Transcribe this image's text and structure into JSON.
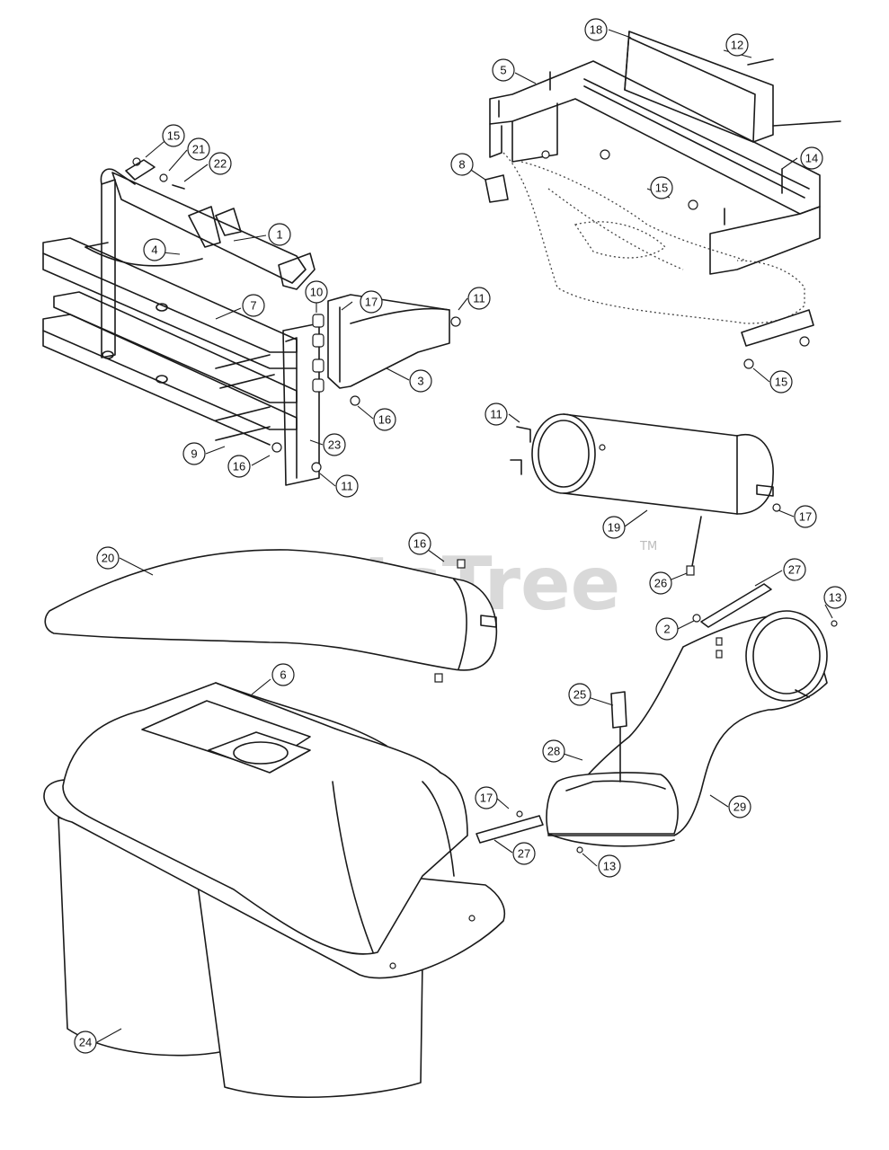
{
  "watermark": {
    "text": "PartsTree",
    "trademark": "TM"
  },
  "callouts": {
    "c1": "1",
    "c2": "2",
    "c3": "3",
    "c4": "4",
    "c5": "5",
    "c6": "6",
    "c7": "7",
    "c8": "8",
    "c9": "9",
    "c10": "10",
    "c11a": "11",
    "c11b": "11",
    "c11c": "11",
    "c12": "12",
    "c13a": "13",
    "c13b": "13",
    "c14": "14",
    "c15a": "15",
    "c15b": "15",
    "c15c": "15",
    "c16a": "16",
    "c16b": "16",
    "c16c": "16",
    "c17a": "17",
    "c17b": "17",
    "c17c": "17",
    "c18": "18",
    "c19": "19",
    "c20": "20",
    "c21": "21",
    "c22": "22",
    "c23": "23",
    "c24": "24",
    "c25": "25",
    "c26": "26",
    "c27a": "27",
    "c27b": "27",
    "c28": "28",
    "c29": "29"
  }
}
